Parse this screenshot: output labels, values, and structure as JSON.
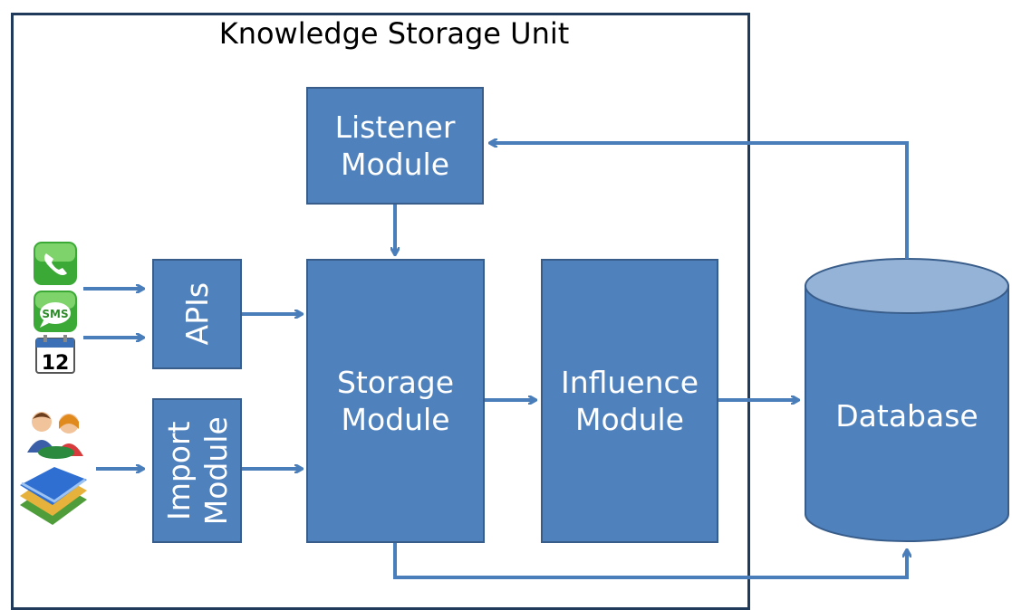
{
  "unit": {
    "title": "Knowledge Storage Unit"
  },
  "boxes": {
    "listener": "Listener\nModule",
    "apis": "APIs",
    "import": "Import\nModule",
    "storage": "Storage\nModule",
    "influence": "Influence\nModule"
  },
  "database": {
    "label": "Database"
  },
  "icons": {
    "phone": "phone-icon",
    "sms": "sms-icon",
    "sms_text": "SMS",
    "calendar": "calendar-icon",
    "calendar_day": "12",
    "people": "people-icon",
    "books": "books-icon"
  },
  "colors": {
    "box_fill": "#4f81bd",
    "box_border": "#385d8a",
    "arrow": "#4a7ebb",
    "frame": "#1f3a5a"
  }
}
